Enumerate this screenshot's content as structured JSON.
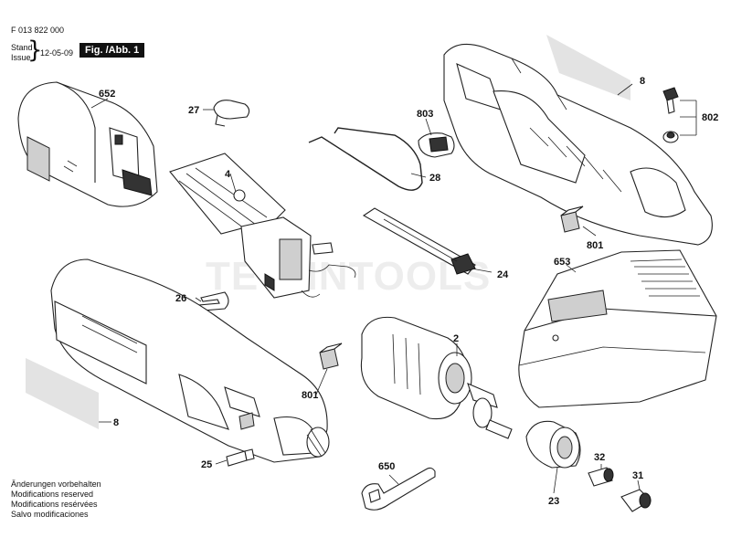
{
  "header": {
    "doc_number": "F 013 822 000",
    "stand_label": "Stand",
    "issue_label": "Issue",
    "date": "12-05-09",
    "figure_label": "Fig. /Abb. 1"
  },
  "legal_notes": [
    "Änderungen vorbehalten",
    "Modifications reserved",
    "Modifications resérvées",
    "Salvo modificaciones"
  ],
  "watermark": "TECHNTOOLS",
  "parts": {
    "p652": "652",
    "p27": "27",
    "p4": "4",
    "p803": "803",
    "p28": "28",
    "p8_top": "8",
    "p802": "802",
    "p801_top": "801",
    "p24": "24",
    "p653": "653",
    "p26": "26",
    "p2": "2",
    "p801_mid": "801",
    "p8_bottom": "8",
    "p25": "25",
    "p650": "650",
    "p23": "23",
    "p32": "32",
    "p31": "31"
  }
}
